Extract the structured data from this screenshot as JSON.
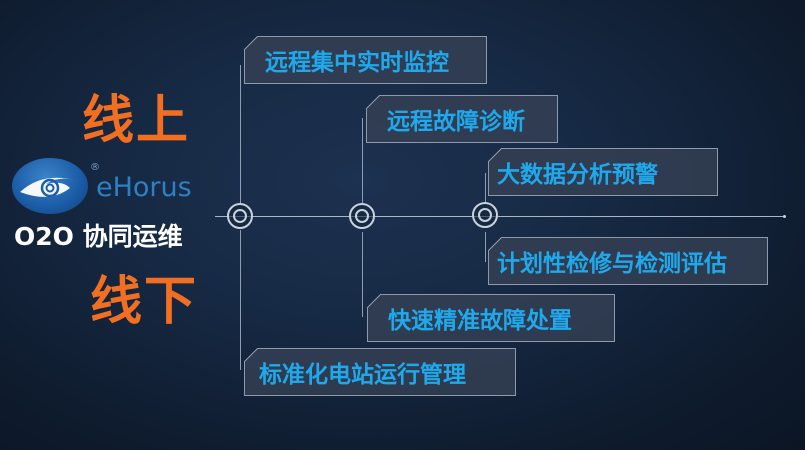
{
  "left_panel": {
    "online_label": "线上",
    "offline_label": "线下",
    "logo": {
      "brand_name": "eHorus",
      "registered_mark": "®",
      "icon": "eye-logo-icon"
    },
    "subtitle": "O2O 协同运维"
  },
  "timeline": {
    "nodes": 3,
    "online_items": [
      {
        "label": "远程集中实时监控"
      },
      {
        "label": "远程故障诊断"
      },
      {
        "label": "大数据分析预警"
      }
    ],
    "offline_items": [
      {
        "label": "计划性检修与检测评估"
      },
      {
        "label": "快速精准故障处置"
      },
      {
        "label": "标准化电站运行管理"
      }
    ]
  },
  "colors": {
    "accent_orange": "#f26f21",
    "item_text_blue": "#1fa9ec",
    "background": "#172a45",
    "logo_blue": "#2e7fc4"
  }
}
